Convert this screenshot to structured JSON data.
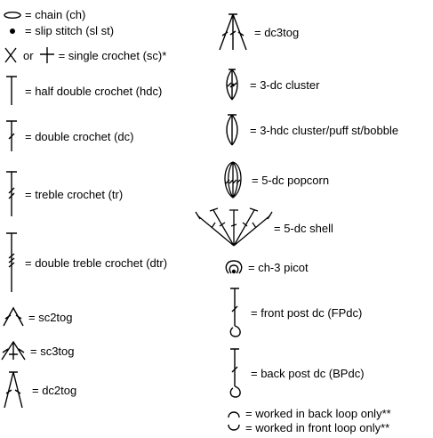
{
  "left_column": [
    {
      "id": "chain",
      "label": "= chain (ch)",
      "icon": "chain-oval-icon"
    },
    {
      "id": "slst",
      "label": "= slip stitch (sl st)",
      "icon": "slip-stitch-dot-icon"
    },
    {
      "id": "sc",
      "or_text": "or",
      "label": "= single crochet (sc)*",
      "icon": "single-crochet-x-icon",
      "alt_icon": "single-crochet-plus-icon"
    },
    {
      "id": "hdc",
      "label": "= half double crochet (hdc)",
      "icon": "hdc-symbol-icon"
    },
    {
      "id": "dc",
      "label": "= double crochet (dc)",
      "icon": "dc-symbol-icon"
    },
    {
      "id": "tr",
      "label": "= treble crochet (tr)",
      "icon": "tr-symbol-icon"
    },
    {
      "id": "dtr",
      "label": "= double treble crochet (dtr)",
      "icon": "dtr-symbol-icon"
    },
    {
      "id": "sc2tog",
      "label": "= sc2tog",
      "icon": "sc2tog-symbol-icon"
    },
    {
      "id": "sc3tog",
      "label": "= sc3tog",
      "icon": "sc3tog-symbol-icon"
    },
    {
      "id": "dc2tog",
      "label": "= dc2tog",
      "icon": "dc2tog-symbol-icon"
    }
  ],
  "right_column": [
    {
      "id": "dc3tog",
      "label": "= dc3tog",
      "icon": "dc3tog-symbol-icon"
    },
    {
      "id": "dc3cluster",
      "label": "= 3-dc cluster",
      "icon": "3dc-cluster-symbol-icon"
    },
    {
      "id": "hdc3cluster",
      "label": "= 3-hdc cluster/puff st/bobble",
      "icon": "3hdc-cluster-symbol-icon"
    },
    {
      "id": "popcorn",
      "label": "= 5-dc popcorn",
      "icon": "5dc-popcorn-symbol-icon"
    },
    {
      "id": "shell",
      "label": "= 5-dc shell",
      "icon": "5dc-shell-symbol-icon"
    },
    {
      "id": "picot",
      "label": "= ch-3 picot",
      "icon": "ch3-picot-symbol-icon"
    },
    {
      "id": "fpdc",
      "label": "= front post dc (FPdc)",
      "icon": "fpdc-symbol-icon"
    },
    {
      "id": "bpdc",
      "label": "= back post dc (BPdc)",
      "icon": "bpdc-symbol-icon"
    },
    {
      "id": "blo",
      "label": "= worked in back loop only**",
      "icon": "back-loop-arc-icon"
    },
    {
      "id": "flo",
      "label": "= worked in front loop only**",
      "icon": "front-loop-arc-icon"
    }
  ]
}
